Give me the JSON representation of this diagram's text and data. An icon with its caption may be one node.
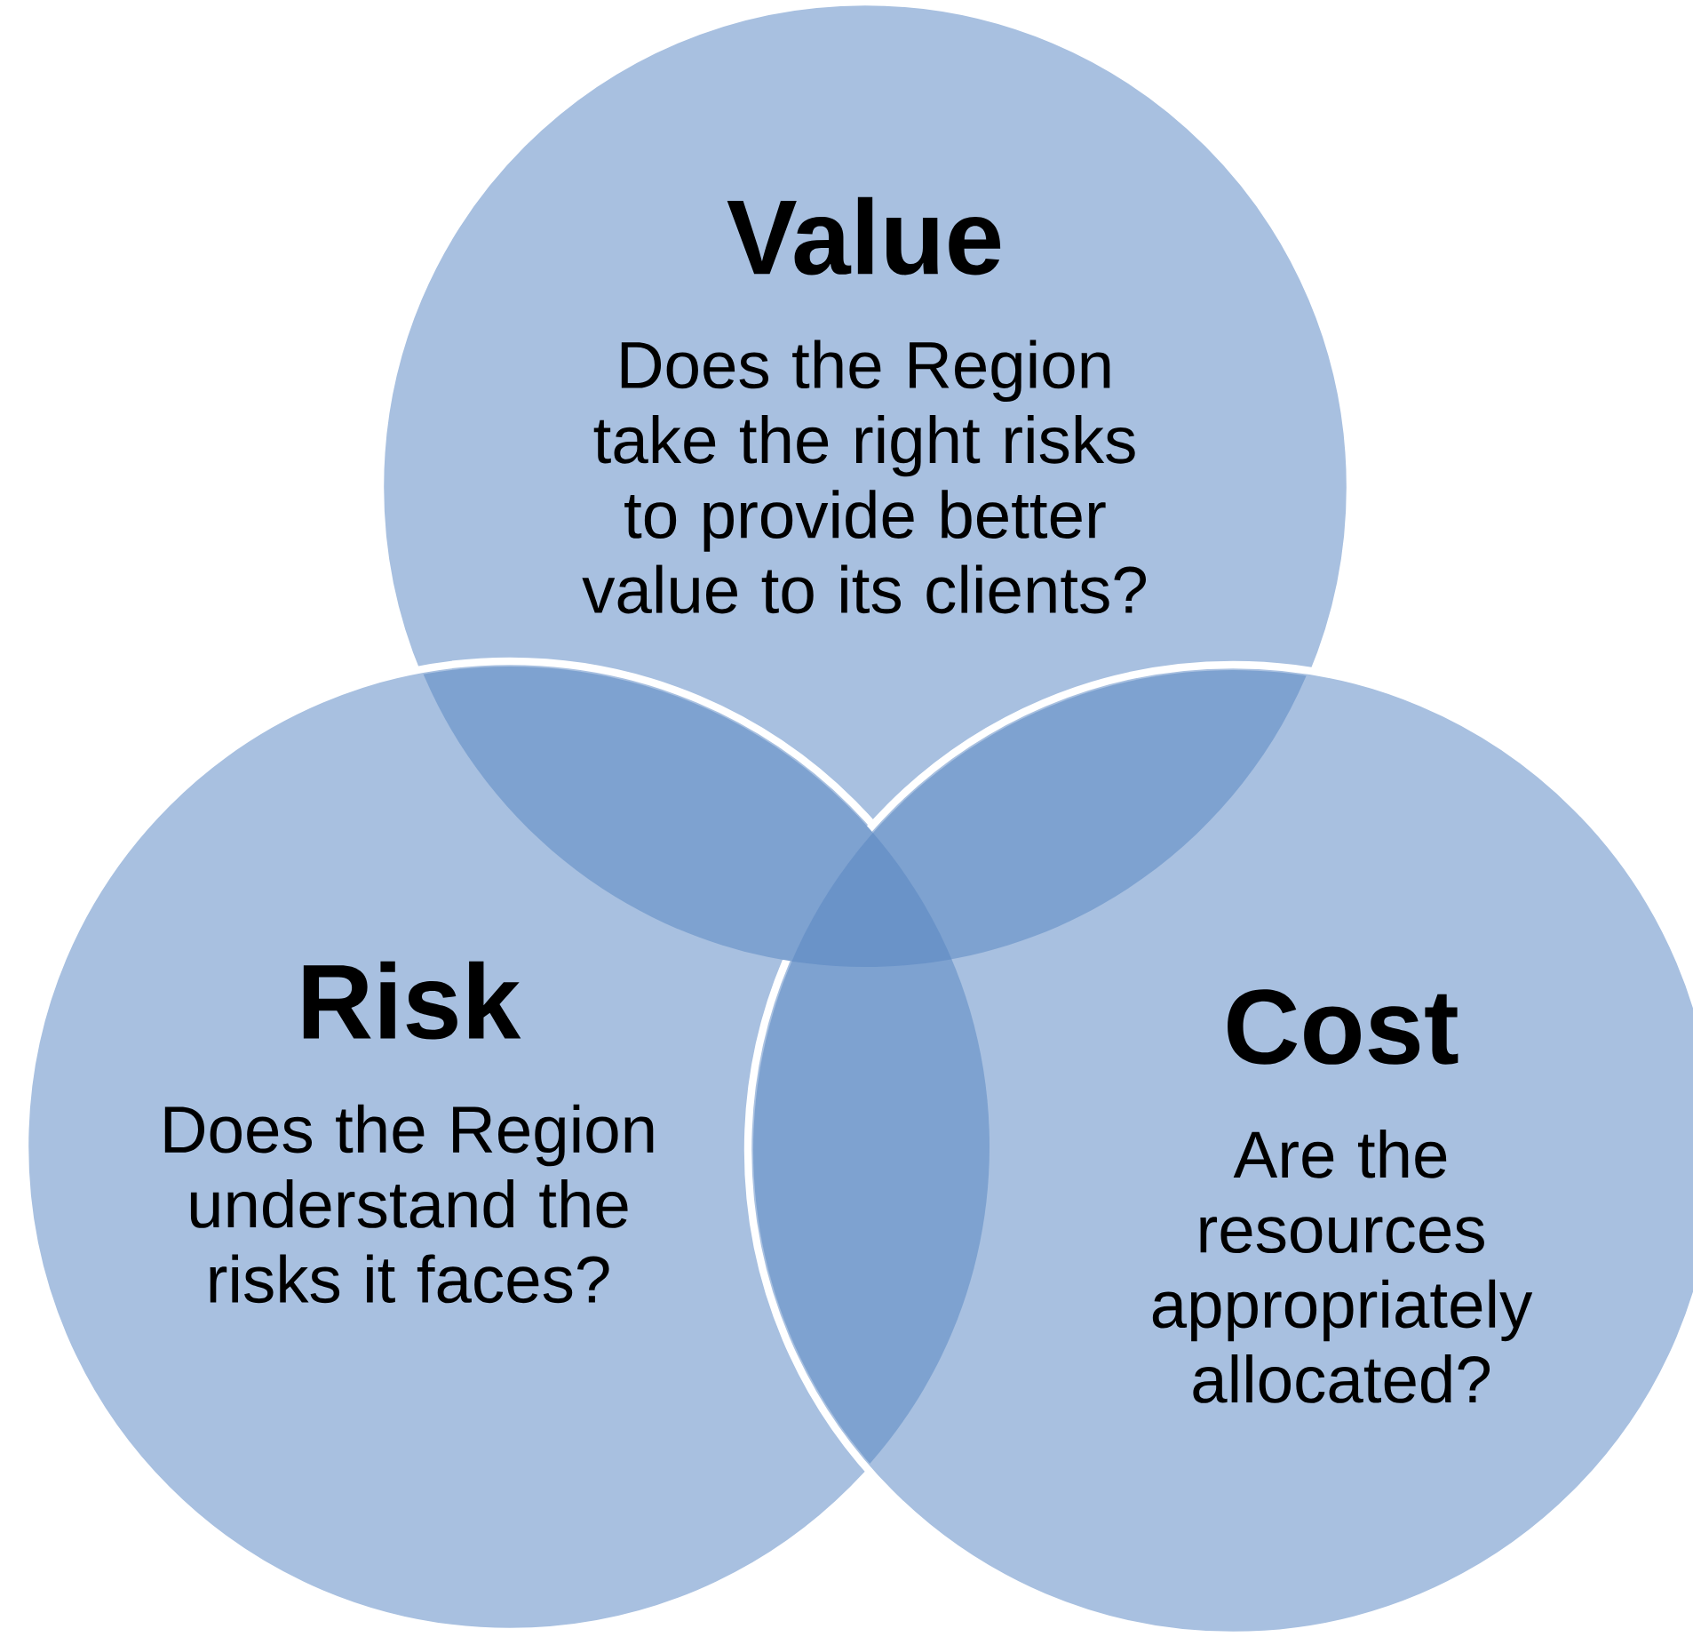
{
  "diagram": {
    "nodes": [
      {
        "text": [
          "Value",
          "Does the Region take the right risks to provide better value to its clients?"
        ]
      },
      {
        "text": [
          "Risk",
          "Does the Region understand the risks it faces?"
        ]
      },
      {
        "text": [
          "Cost",
          "Are the resources appropriately allocated?"
        ]
      }
    ]
  }
}
